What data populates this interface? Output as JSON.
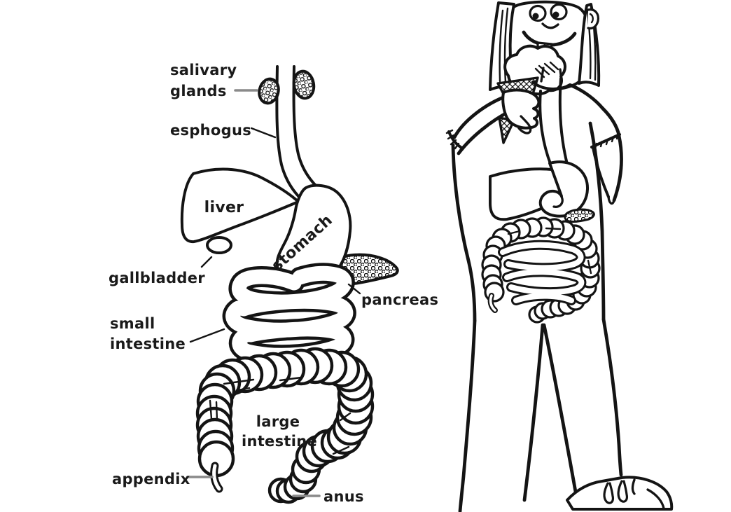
{
  "diagram": {
    "labels": {
      "salivary_glands_line1": "salivary",
      "salivary_glands_line2": "glands",
      "esophagus": "esphogus",
      "liver": "liver",
      "stomach": "stomach",
      "gallbladder": "gallbladder",
      "pancreas": "pancreas",
      "small_intestine_line1": "small",
      "small_intestine_line2": "intestine",
      "large_intestine_line1": "large",
      "large_intestine_line2": "intestine",
      "appendix": "appendix",
      "anus": "anus"
    },
    "colors": {
      "ink": "#141414",
      "leader_gray": "#8a8a8a",
      "background": "#ffffff"
    }
  }
}
